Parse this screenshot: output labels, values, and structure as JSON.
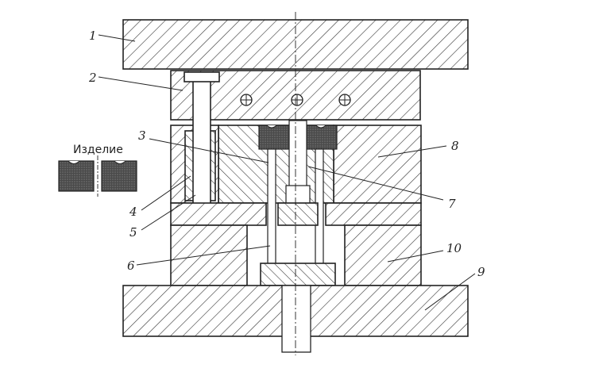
{
  "product_label": "Изделие",
  "callouts": [
    {
      "id": "1",
      "label": "1"
    },
    {
      "id": "2",
      "label": "2"
    },
    {
      "id": "3",
      "label": "3"
    },
    {
      "id": "4",
      "label": "4"
    },
    {
      "id": "5",
      "label": "5"
    },
    {
      "id": "6",
      "label": "6"
    },
    {
      "id": "7",
      "label": "7"
    },
    {
      "id": "8",
      "label": "8"
    },
    {
      "id": "9",
      "label": "9"
    },
    {
      "id": "10",
      "label": "10"
    }
  ],
  "colors": {
    "line": "#222222",
    "part_dark": "#555555",
    "background": "#ffffff"
  }
}
